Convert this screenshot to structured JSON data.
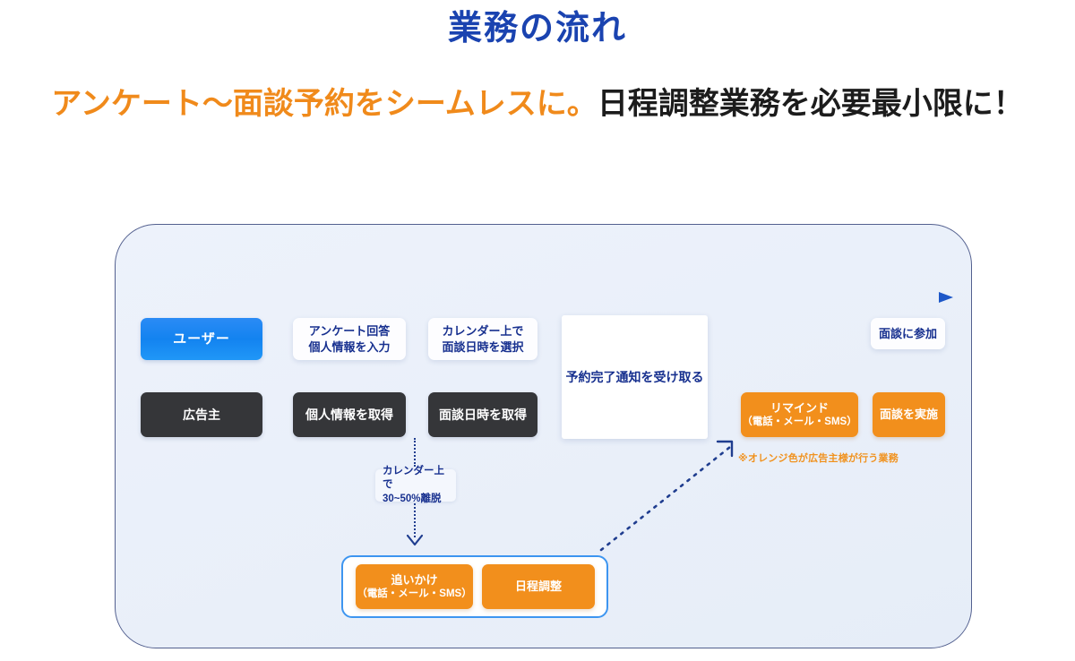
{
  "page": {
    "title": "業務の流れ",
    "title_color": "#1a43b0",
    "subtitle_orange": "アンケート〜面談予約をシームレスに。",
    "subtitle_black": "日程調整業務を必要最小限に！",
    "subtitle_orange_color": "#f08a1b",
    "subtitle_black_color": "#1c1c1c"
  },
  "diagram": {
    "timeline": {
      "name": "timeline-arrow",
      "direction": "left-to-right",
      "gradient_from": "#2fc6f3",
      "gradient_to": "#1d57c8"
    },
    "user_row": {
      "lane_label": "ユーザー",
      "lane_color": "#1383f0",
      "steps": [
        {
          "label_line1": "アンケート回答",
          "label_line2": "個人情報を入力"
        },
        {
          "label_line1": "カレンダー上で",
          "label_line2": "面談日時を選択"
        },
        {
          "label_line1": "予約完了通知を受け取る",
          "label_line2": ""
        },
        {
          "label_line1": "面談に参加",
          "label_line2": ""
        }
      ]
    },
    "advertiser_row": {
      "lane_label": "広告主",
      "lane_color": "#353639",
      "steps": [
        {
          "label_line1": "個人情報を取得",
          "label_line2": ""
        },
        {
          "label_line1": "面談日時を取得",
          "label_line2": ""
        },
        {
          "label_line1": "リマインド",
          "label_line2": "（電話・メール・SMS）"
        },
        {
          "label_line1": "面談を実施",
          "label_line2": ""
        }
      ]
    },
    "dropoff_note": {
      "line1": "カレンダー上で",
      "line2": "30~50%離脱"
    },
    "followup_group": {
      "items": [
        {
          "label_line1": "追いかけ",
          "label_line2": "（電話・メール・SMS）"
        },
        {
          "label_line1": "日程調整",
          "label_line2": ""
        }
      ]
    },
    "legend": {
      "text": "※オレンジ色が広告主様が行う業務",
      "color": "#f0921f"
    },
    "accent_orange": "#f28f1c"
  }
}
